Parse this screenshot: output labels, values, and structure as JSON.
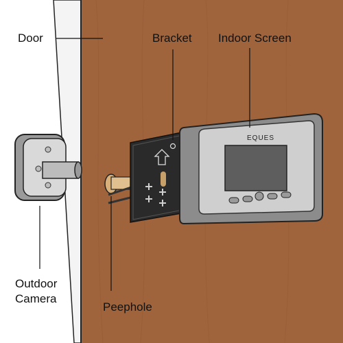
{
  "labels": {
    "door": "Door",
    "bracket": "Bracket",
    "indoor_screen": "Indoor Screen",
    "outdoor_camera_line1": "Outdoor",
    "outdoor_camera_line2": "Camera",
    "peephole": "Peephole"
  },
  "brand": "EQUES",
  "colors": {
    "door_wood": "#a0643c",
    "door_edge": "#f4f4f4",
    "screen_body": "#8c8c8c",
    "screen_display": "#5e5e5e",
    "bracket_plate": "#2a2a2a",
    "peephole_brass": "#d8b17a",
    "camera_body": "#9a9a9a"
  }
}
